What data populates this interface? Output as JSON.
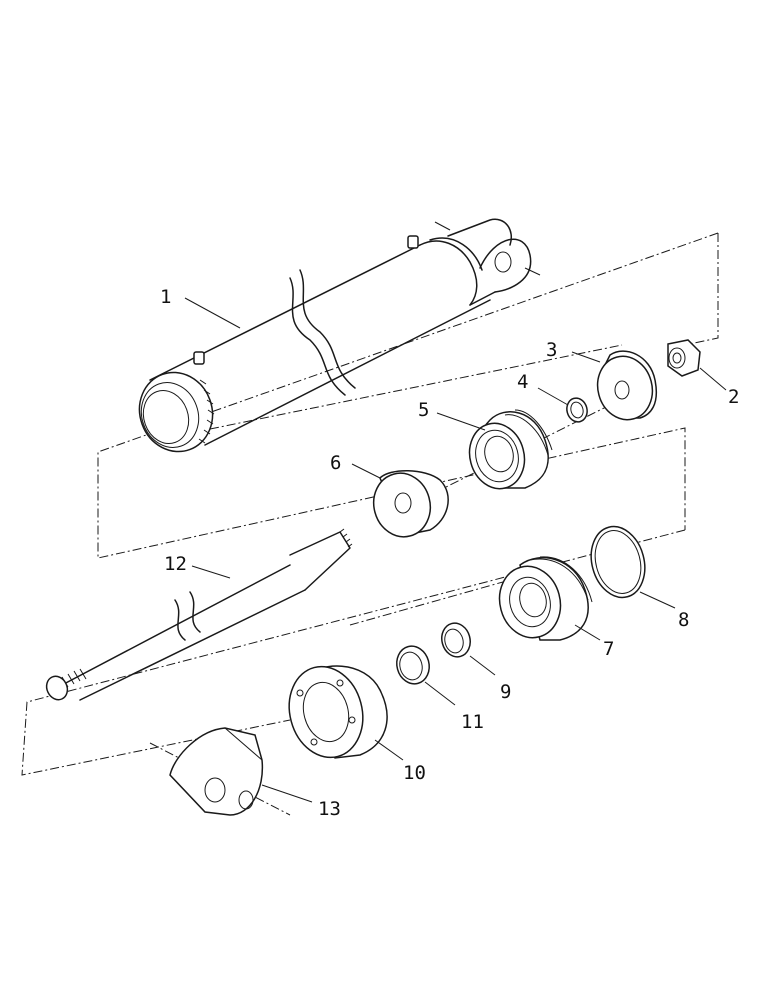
{
  "callouts": [
    {
      "id": "1",
      "text": "1"
    },
    {
      "id": "2",
      "text": "2"
    },
    {
      "id": "3",
      "text": "3"
    },
    {
      "id": "4",
      "text": "4"
    },
    {
      "id": "5",
      "text": "5"
    },
    {
      "id": "6",
      "text": "6"
    },
    {
      "id": "7",
      "text": "7"
    },
    {
      "id": "8",
      "text": "8"
    },
    {
      "id": "9",
      "text": "9"
    },
    {
      "id": "10",
      "text": "10"
    },
    {
      "id": "11",
      "text": "11"
    },
    {
      "id": "12",
      "text": "12"
    },
    {
      "id": "13",
      "text": "13"
    }
  ],
  "colors": {
    "line": "#1a1a1a",
    "background": "#ffffff"
  }
}
